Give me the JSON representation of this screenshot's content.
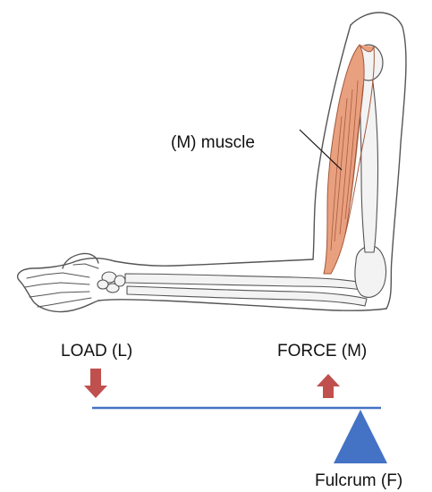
{
  "labels": {
    "muscle": "(M) muscle",
    "load": "LOAD (L)",
    "force": "FORCE (M)",
    "fulcrum": "Fulcrum (F)"
  },
  "colors": {
    "arrow": "#c0504d",
    "lever_bar": "#4472c4",
    "fulcrum": "#4472c4",
    "muscle": "#e8a07f",
    "outline": "#555555",
    "bone": "#f3f3f3"
  },
  "icons": {
    "load_arrow": "arrow-down-icon",
    "force_arrow": "arrow-up-icon",
    "fulcrum": "triangle-icon"
  }
}
